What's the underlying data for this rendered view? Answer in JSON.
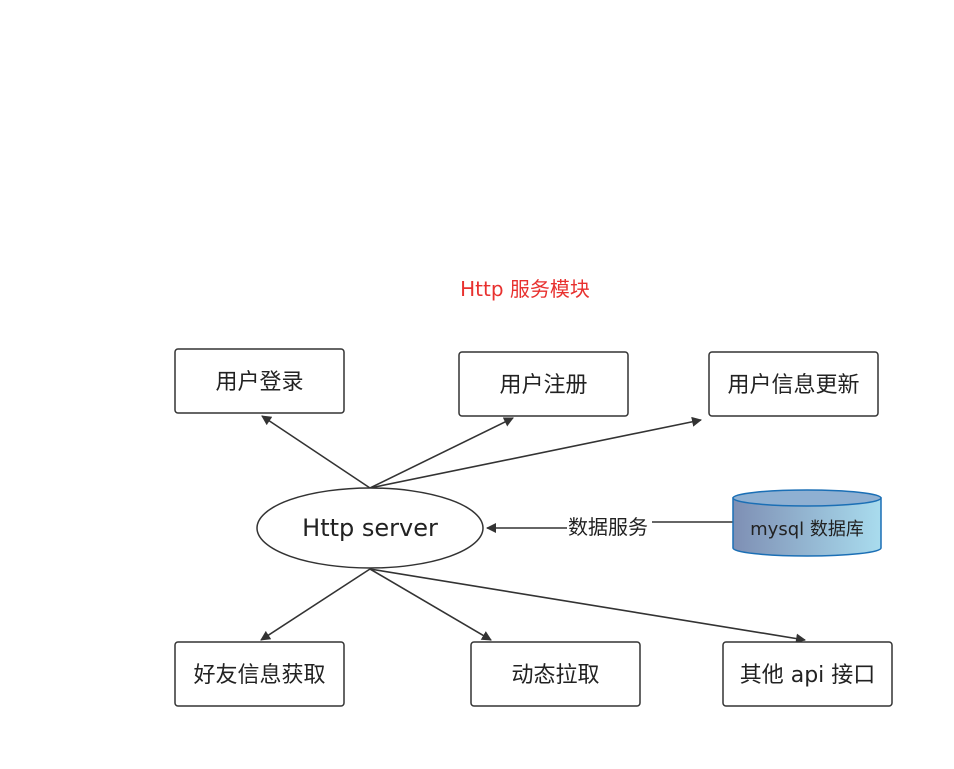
{
  "title": {
    "text": "Http 服务模块",
    "color": "#e8312f"
  },
  "center": {
    "label": "Http server"
  },
  "boxes": {
    "login": "用户登录",
    "register": "用户注册",
    "update": "用户信息更新",
    "friends": "好友信息获取",
    "feed": "动态拉取",
    "other_api": "其他 api 接口"
  },
  "database": {
    "label": "mysql 数据库",
    "fill_light": "#a9dcee",
    "fill_dark": "#7e8fb4",
    "stroke": "#1b6fb5"
  },
  "edge_label": "数据服务"
}
